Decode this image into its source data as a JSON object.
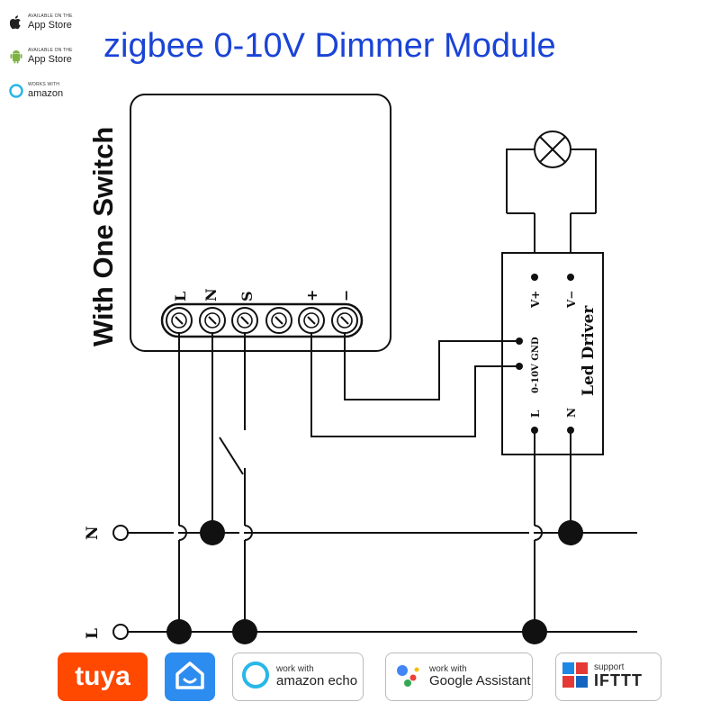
{
  "title": "zigbee 0-10V Dimmer Module",
  "store_badges": [
    {
      "small": "AVAILABLE ON THE",
      "label": "App Store",
      "icon": "apple-icon"
    },
    {
      "small": "AVAILABLE ON THE",
      "label": "App Store",
      "icon": "android-icon"
    },
    {
      "small": "WORKS WITH",
      "label": "amazon",
      "icon": "alexa-icon"
    }
  ],
  "module": {
    "side_label": "With One Switch",
    "terminals": [
      "L",
      "N",
      "S",
      "+",
      "−"
    ]
  },
  "led_driver": {
    "label": "Led Driver",
    "top_terminals": [
      "V+",
      "V−"
    ],
    "side_terminals": [
      "0-10V GND"
    ],
    "bottom_terminals": [
      "L",
      "N"
    ]
  },
  "bus_lines": [
    "N",
    "L"
  ],
  "logos": {
    "tuya": "tuya",
    "echo_small": "work with",
    "echo_main": "amazon echo",
    "assistant_small": "work with",
    "assistant_main": "Google Assistant",
    "ifttt_small": "support",
    "ifttt_main": "IFTTT"
  },
  "colors": {
    "title": "#1a44d6",
    "tuya": "#ff4800",
    "tuya_home": "#2d8cf0"
  }
}
